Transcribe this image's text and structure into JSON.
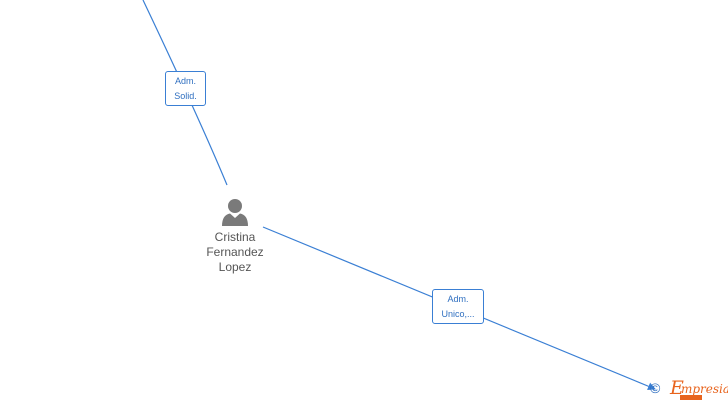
{
  "nodes": {
    "person": {
      "name_lines": [
        "Cristina",
        "Fernandez",
        "Lopez"
      ],
      "icon": "person-icon"
    }
  },
  "edges": {
    "top": {
      "label_lines": [
        "Adm.",
        "Solid."
      ]
    },
    "bottom": {
      "label_lines": [
        "Adm.",
        "Unico,..."
      ]
    }
  },
  "brand": {
    "copyright": "©",
    "e_letter": "E",
    "rest": "mpresia"
  },
  "colors": {
    "edge": "#3a7fd4",
    "label_text": "#2f6fc0",
    "node_icon": "#7a7a7a",
    "node_text": "#555555",
    "brand": "#e8641e"
  }
}
